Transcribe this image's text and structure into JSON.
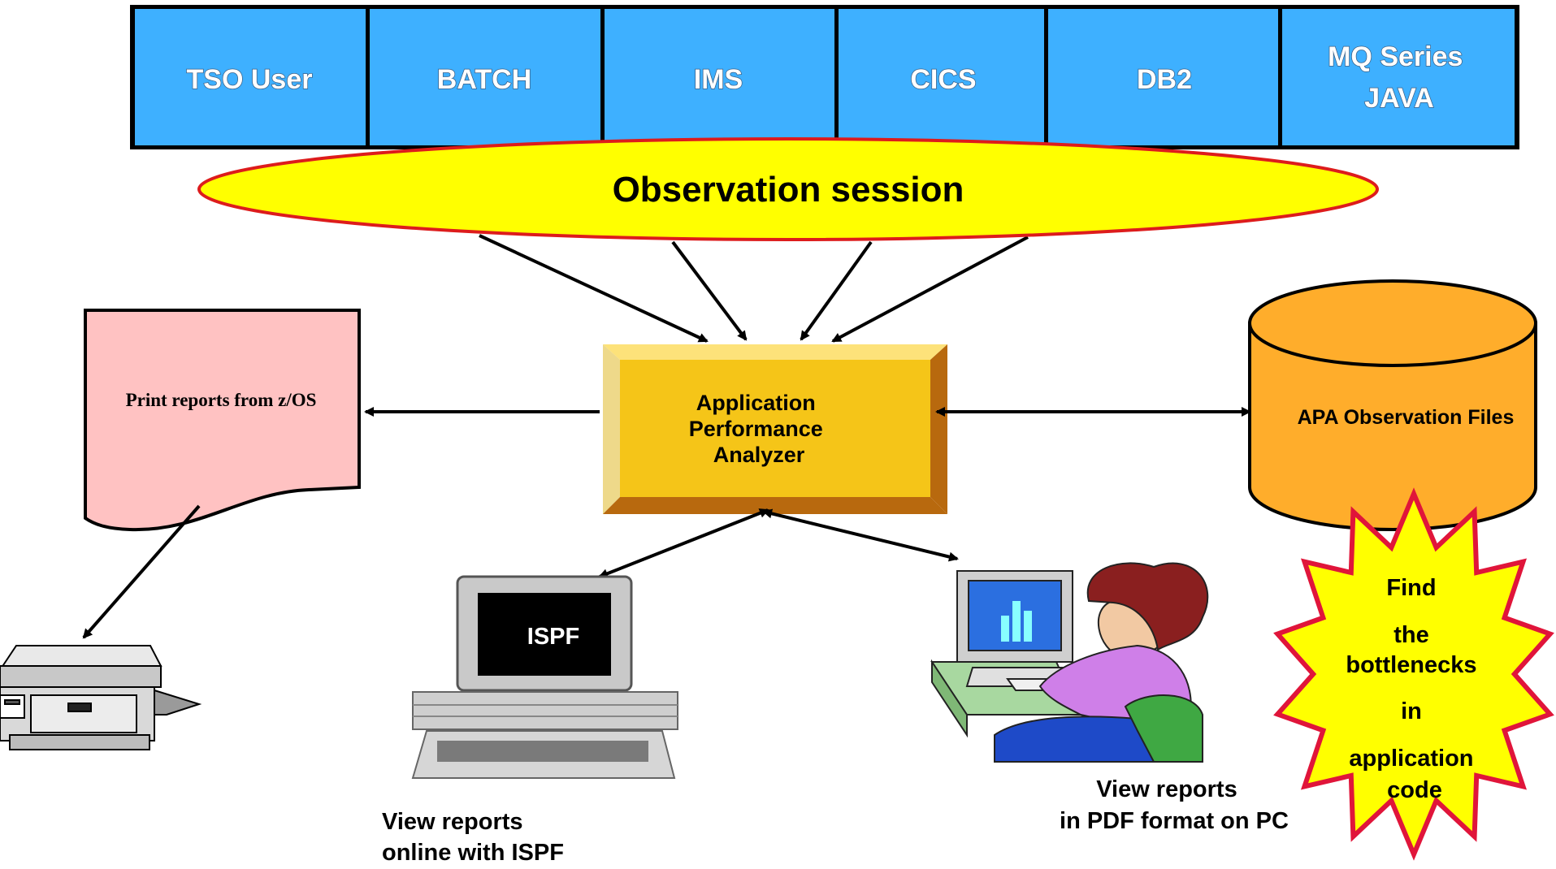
{
  "environments": [
    {
      "id": "tso",
      "lines": [
        "TSO User"
      ]
    },
    {
      "id": "batch",
      "lines": [
        "BATCH"
      ]
    },
    {
      "id": "ims",
      "lines": [
        "IMS"
      ]
    },
    {
      "id": "cics",
      "lines": [
        "CICS"
      ]
    },
    {
      "id": "db2",
      "lines": [
        "DB2"
      ]
    },
    {
      "id": "mq",
      "lines": [
        "MQ Series",
        "JAVA"
      ]
    }
  ],
  "session": {
    "label": "Observation session"
  },
  "analyzer": {
    "lines": [
      "Application",
      "Performance",
      "Analyzer"
    ]
  },
  "print_report": {
    "label": "Print reports from z/OS"
  },
  "observation_files": {
    "label": "APA Observation Files"
  },
  "terminal": {
    "screen_label": "ISPF",
    "caption": [
      "View reports",
      "online with ISPF"
    ]
  },
  "pc": {
    "caption": [
      "View reports",
      "in PDF format on PC"
    ]
  },
  "starburst": {
    "lines": [
      "Find",
      "the",
      "bottlenecks",
      "in",
      "application",
      "code"
    ]
  },
  "colors": {
    "env_box": "#3eb0ff",
    "ellipse_fill": "#ffff00",
    "ellipse_stroke": "#dd1c1c",
    "analyzer": "#f5c518",
    "print_doc": "#ffc2c2",
    "cylinder": "#ffad2b",
    "starburst_fill": "#ffff00",
    "starburst_stroke": "#e0153a"
  }
}
